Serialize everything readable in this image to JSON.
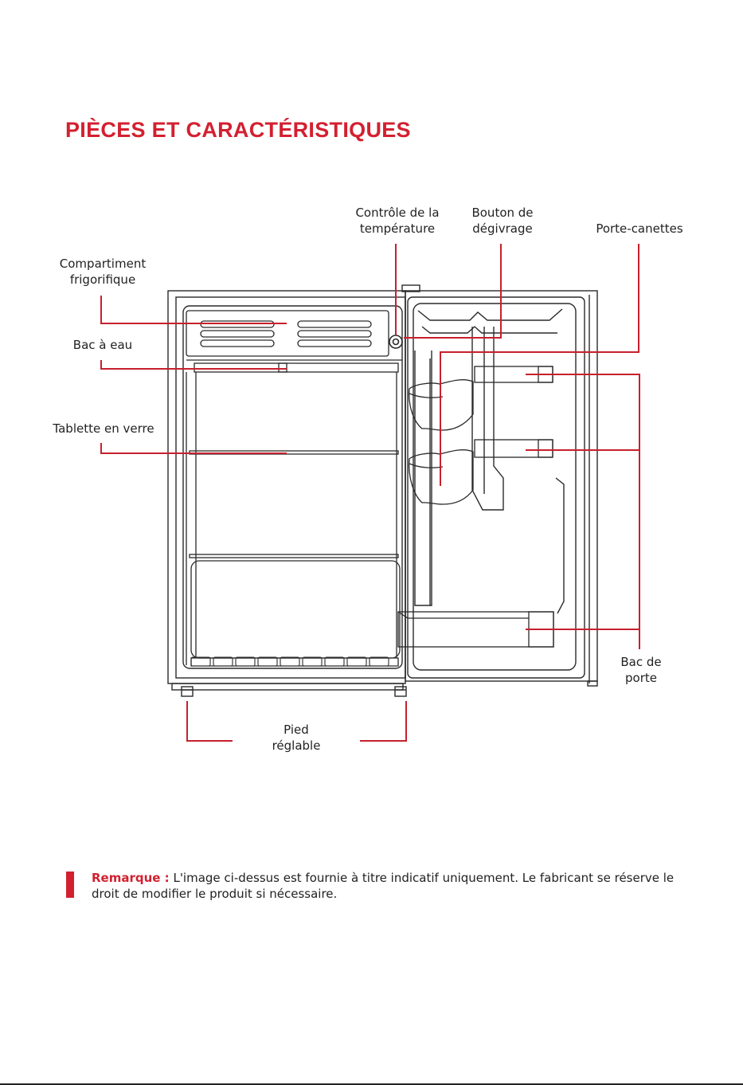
{
  "title": "PIÈCES ET CARACTÉRISTIQUES",
  "labels": {
    "temp_control": "Contrôle de la\ntempérature",
    "defrost_button": "Bouton de\ndégivrage",
    "can_holder": "Porte-canettes",
    "freezer": "Compartiment\nfrigorifique",
    "drip_tray": "Bac à eau",
    "glass_shelf": "Tablette en verre",
    "door_bin": "Bac de\nporte",
    "leveling_leg": "Pied\nréglable"
  },
  "note": {
    "label": "Remarque :",
    "text": " L'image ci-dessus est fournie à titre indicatif uniquement. Le fabricant se réserve le droit de modifier le produit si nécessaire."
  },
  "colors": {
    "accent": "#d32030",
    "line": "#2a2a2a"
  }
}
